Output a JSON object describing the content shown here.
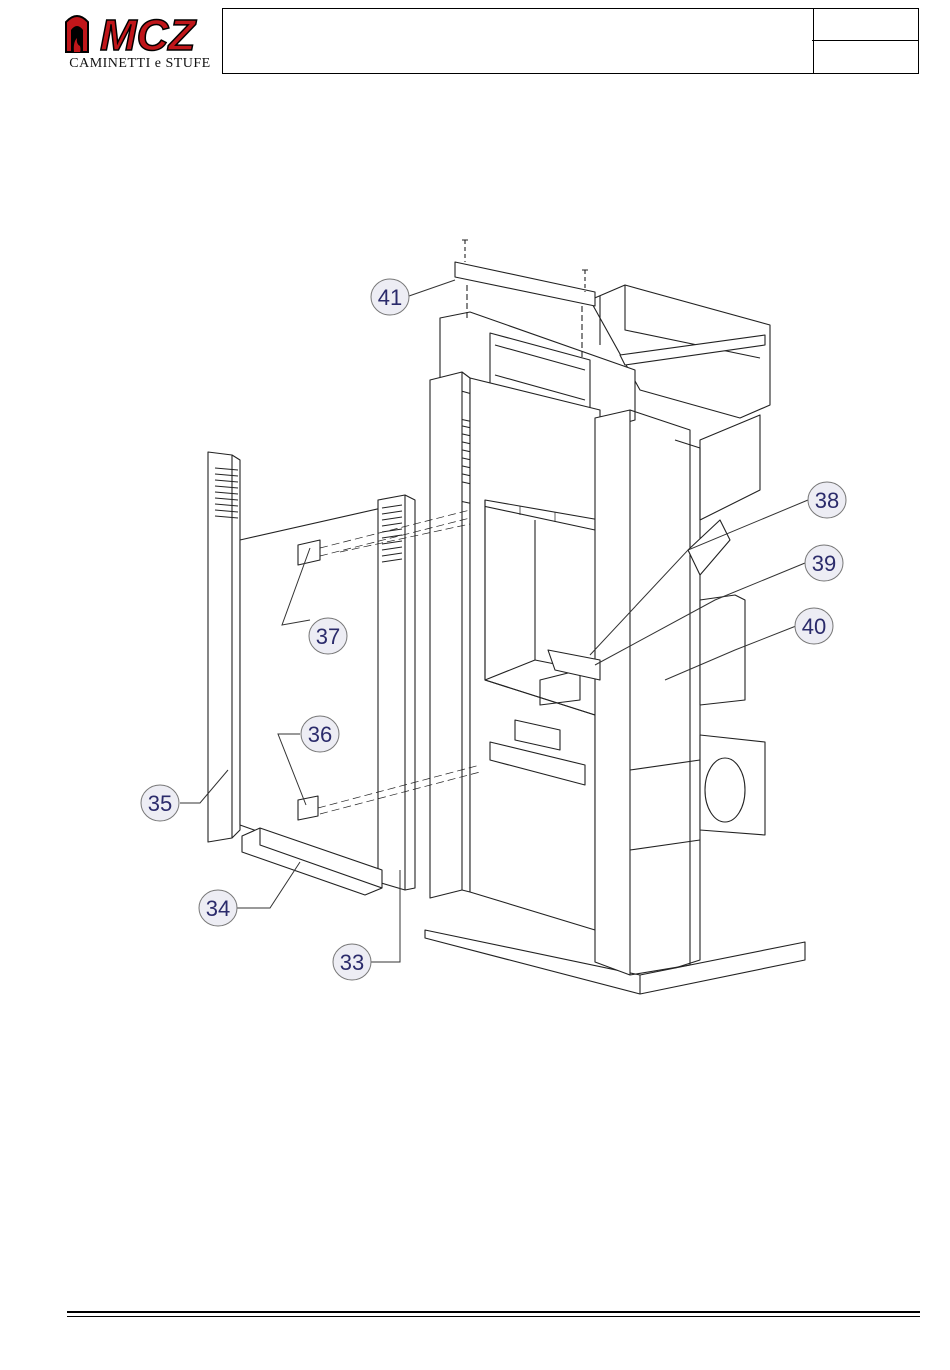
{
  "header": {
    "logo_brand": "MCZ",
    "logo_subtitle": "CAMINETTI e STUFE",
    "title": "",
    "code_top": "",
    "code_bottom": ""
  },
  "callouts": [
    {
      "id": "41",
      "label": "41"
    },
    {
      "id": "38",
      "label": "38"
    },
    {
      "id": "39",
      "label": "39"
    },
    {
      "id": "40",
      "label": "40"
    },
    {
      "id": "37",
      "label": "37"
    },
    {
      "id": "36",
      "label": "36"
    },
    {
      "id": "35",
      "label": "35"
    },
    {
      "id": "34",
      "label": "34"
    },
    {
      "id": "33",
      "label": "33"
    }
  ],
  "colors": {
    "brand_red": "#c0161a",
    "callout_fill": "#ededf4",
    "callout_stroke": "#777777",
    "callout_text": "#2b2b6b",
    "line": "#222222"
  }
}
